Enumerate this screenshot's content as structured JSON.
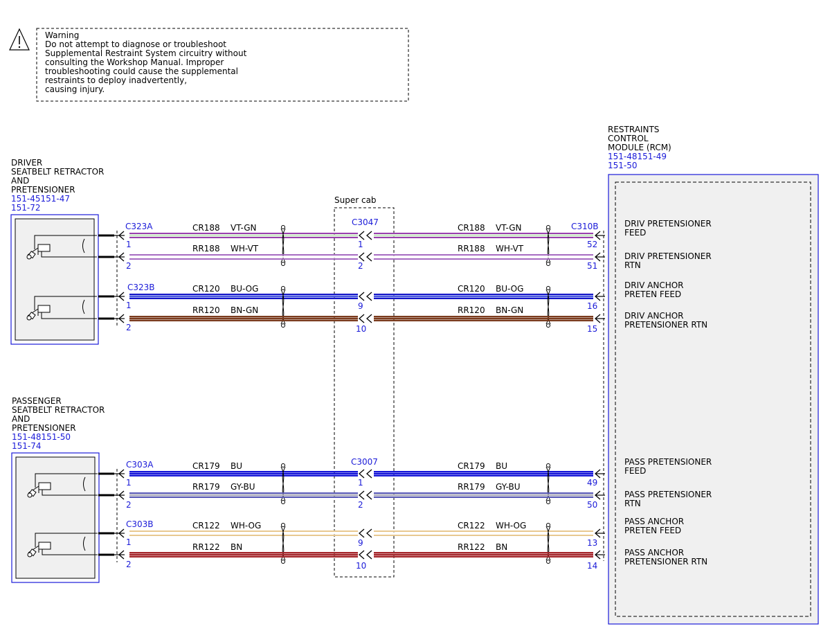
{
  "warning": {
    "title": "Warning",
    "lines": [
      "Do not attempt to diagnose or troubleshoot",
      "Supplemental Restraint System circuitry without",
      "consulting the Workshop Manual. Improper",
      "troubleshooting could cause the supplemental",
      "restraints to deploy inadvertently,",
      "causing injury."
    ],
    "icon": "warning-triangle-icon"
  },
  "super_cab_label": "Super cab",
  "rcm": {
    "title_lines": [
      "RESTRAINTS",
      "CONTROL",
      "MODULE (RCM)"
    ],
    "refs": [
      "151-48151-49",
      "151-50"
    ],
    "connector": "C310B"
  },
  "components": [
    {
      "id": "driver",
      "title_lines": [
        "DRIVER",
        "SEATBELT RETRACTOR",
        "AND",
        "PRETENSIONER"
      ],
      "refs": [
        "151-45151-47",
        "151-72"
      ],
      "connectors": [
        "C323A",
        "C323B"
      ],
      "inline_connector": "C3047"
    },
    {
      "id": "passenger",
      "title_lines": [
        "PASSENGER",
        "SEATBELT RETRACTOR",
        "AND",
        "PRETENSIONER"
      ],
      "refs": [
        "151-48151-50",
        "151-74"
      ],
      "connectors": [
        "C303A",
        "C303B"
      ],
      "inline_connector": "C3007"
    }
  ],
  "wires": [
    {
      "circuit": "CR188",
      "color_code": "VT-GN",
      "left_pin": "1",
      "inline_pin_left": "1",
      "rcm_pin": "52",
      "signal": [
        "DRIV PRETENSIONER",
        "FEED"
      ],
      "stripes": [
        "#9a3fae",
        "#cde8c8",
        "#9a3fae"
      ]
    },
    {
      "circuit": "RR188",
      "color_code": "WH-VT",
      "left_pin": "2",
      "inline_pin_left": "2",
      "rcm_pin": "51",
      "signal": [
        "DRIV PRETENSIONER",
        "RTN"
      ],
      "stripes": [
        "#a66bc2",
        "#ffffff",
        "#a66bc2"
      ]
    },
    {
      "circuit": "CR120",
      "color_code": "BU-OG",
      "left_pin": "1",
      "inline_pin_left": "9",
      "rcm_pin": "16",
      "signal": [
        "DRIV ANCHOR",
        "PRETEN FEED"
      ],
      "stripes": [
        "#1515c8",
        "#4a5ae0",
        "#1515c8"
      ]
    },
    {
      "circuit": "RR120",
      "color_code": "BN-GN",
      "left_pin": "2",
      "inline_pin_left": "10",
      "rcm_pin": "15",
      "signal": [
        "DRIV ANCHOR",
        "PRETENSIONER RTN"
      ],
      "stripes": [
        "#7a3a1c",
        "#7a3a1c",
        "#7a3a1c"
      ]
    },
    {
      "circuit": "CR179",
      "color_code": "BU",
      "left_pin": "1",
      "inline_pin_left": "1",
      "rcm_pin": "49",
      "signal": [
        "PASS PRETENSIONER",
        "FEED"
      ],
      "stripes": [
        "#1515d8",
        "#1515d8",
        "#1515d8"
      ]
    },
    {
      "circuit": "RR179",
      "color_code": "GY-BU",
      "left_pin": "2",
      "inline_pin_left": "2",
      "rcm_pin": "50",
      "signal": [
        "PASS PRETENSIONER",
        "RTN"
      ],
      "stripes": [
        "#5a5ab8",
        "#b0b0c0",
        "#5a5ab8"
      ]
    },
    {
      "circuit": "CR122",
      "color_code": "WH-OG",
      "left_pin": "1",
      "inline_pin_left": "9",
      "rcm_pin": "13",
      "signal": [
        "PASS ANCHOR",
        "PRETEN FEED"
      ],
      "stripes": [
        "#e8c890",
        "#ffffff",
        "#e8c890"
      ]
    },
    {
      "circuit": "RR122",
      "color_code": "BN",
      "left_pin": "2",
      "inline_pin_left": "10",
      "rcm_pin": "14",
      "signal": [
        "PASS ANCHOR",
        "PRETENSIONER RTN"
      ],
      "stripes": [
        "#a5262b",
        "#a5262b",
        "#a5262b"
      ]
    }
  ],
  "colors": {
    "component_border": "#1a1ad8",
    "pin_number": "#1a1ad8",
    "component_fill": "#f0f0f0"
  }
}
